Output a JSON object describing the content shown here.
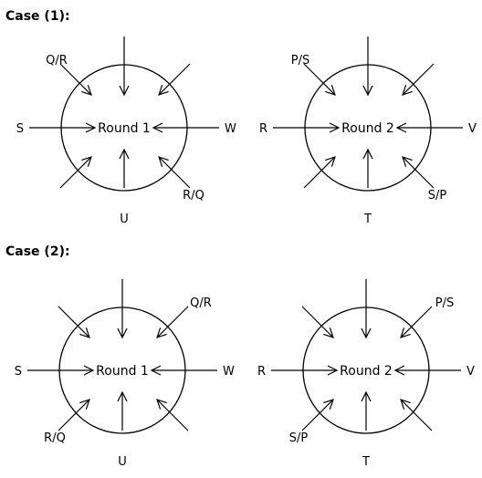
{
  "cases": [
    {
      "heading": "Case (1):",
      "diagrams": [
        {
          "center": "Round 1",
          "arrows": [
            {
              "dir": "n",
              "label": ""
            },
            {
              "dir": "nw",
              "label": "Q/R"
            },
            {
              "dir": "ne",
              "label": ""
            },
            {
              "dir": "w",
              "label": "S"
            },
            {
              "dir": "e",
              "label": "W"
            },
            {
              "dir": "sw",
              "label": ""
            },
            {
              "dir": "se",
              "label": "R/Q"
            },
            {
              "dir": "s",
              "label": "U"
            }
          ]
        },
        {
          "center": "Round 2",
          "arrows": [
            {
              "dir": "n",
              "label": ""
            },
            {
              "dir": "nw",
              "label": "P/S"
            },
            {
              "dir": "ne",
              "label": ""
            },
            {
              "dir": "w",
              "label": "R"
            },
            {
              "dir": "e",
              "label": "V"
            },
            {
              "dir": "sw",
              "label": ""
            },
            {
              "dir": "se",
              "label": "S/P"
            },
            {
              "dir": "s",
              "label": "T"
            }
          ]
        }
      ]
    },
    {
      "heading": "Case (2):",
      "diagrams": [
        {
          "center": "Round 1",
          "arrows": [
            {
              "dir": "n",
              "label": ""
            },
            {
              "dir": "nw",
              "label": ""
            },
            {
              "dir": "ne",
              "label": "Q/R"
            },
            {
              "dir": "w",
              "label": "S"
            },
            {
              "dir": "e",
              "label": "W"
            },
            {
              "dir": "sw",
              "label": "R/Q"
            },
            {
              "dir": "se",
              "label": ""
            },
            {
              "dir": "s",
              "label": "U"
            }
          ]
        },
        {
          "center": "Round 2",
          "arrows": [
            {
              "dir": "n",
              "label": ""
            },
            {
              "dir": "nw",
              "label": ""
            },
            {
              "dir": "ne",
              "label": "P/S"
            },
            {
              "dir": "w",
              "label": "R"
            },
            {
              "dir": "e",
              "label": "V"
            },
            {
              "dir": "sw",
              "label": "S/P"
            },
            {
              "dir": "se",
              "label": ""
            },
            {
              "dir": "s",
              "label": "T"
            }
          ]
        }
      ]
    }
  ]
}
